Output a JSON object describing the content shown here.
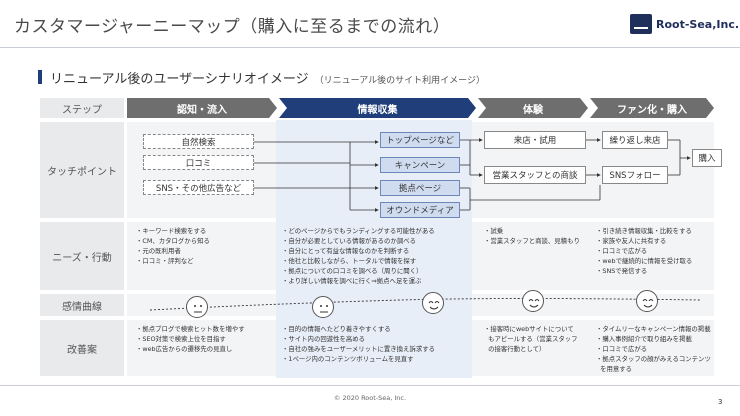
{
  "header": {
    "title": "カスタマージャーニーマップ（購入に至るまでの流れ）",
    "logo_text": "Root-Sea,Inc."
  },
  "subtitle": {
    "main": "リニューアル後のユーザーシナリオイメージ",
    "note": "（リニューアル後のサイト利用イメージ）"
  },
  "rows": {
    "step": "ステップ",
    "touchpoint": "タッチポイント",
    "needs": "ニーズ・行動",
    "emotion": "感情曲線",
    "improvement": "改善案"
  },
  "phases": [
    "認知・流入",
    "情報収集",
    "体験",
    "ファン化・購入"
  ],
  "touchpoints": {
    "awareness": [
      "自然検索",
      "口コミ",
      "SNS・その他広告など"
    ],
    "info": [
      "トップページなど",
      "キャンペーン",
      "拠点ページ",
      "オウンドメディア"
    ],
    "experience": [
      "来店・試用",
      "営業スタッフとの商談"
    ],
    "fan": [
      "繰り返し来店",
      "SNSフォロー"
    ],
    "purchase": "購入"
  },
  "needs": {
    "awareness": [
      "キーワード検索をする",
      "CM、カタログから知る",
      "元の既利用者",
      "口コミ・評判など"
    ],
    "info": [
      "どのページからでもランディングする可能性がある",
      "自分が必要としている情報があるのか調べる",
      "自分にとって有益な情報なのかを判断する",
      "他社と比較しながら、トータルで情報を探す",
      "拠点についての口コミを調べる（周りに聞く）",
      "より詳しい情報を調べに行く⇒拠点へ足を運ぶ"
    ],
    "experience": [
      "試乗",
      "営業スタッフと商談、見積もり"
    ],
    "fan": [
      "引き続き情報収集・比較をする",
      "家族や友人に共有する",
      "口コミで広がる",
      "webで継続的に情報を受け取る",
      "SNSで発信する"
    ]
  },
  "improvements": {
    "awareness": [
      "拠点ブログで検索ヒット数を増やす",
      "SEO対策で検索上位を目指す",
      "web広告からの遷移先の見直し"
    ],
    "info": [
      "目的の情報へたどり着きやすくする",
      "サイト内の回遊性を高める",
      "自社の強みをユーザーメリットに置き換え訴求する",
      "1ページ内のコンテンツボリュームを見直す"
    ],
    "experience": [
      "接客時にwebサイトについて",
      "もアピールする（営業スタッフ",
      "の接客行動として）"
    ],
    "fan": [
      "タイムリーなキャンペーン情報の掲載",
      "購入事例紹介で取り組みを掲載",
      "口コミで広がる",
      "拠点スタッフの顔がみえるコンテンツ",
      "を用意する"
    ]
  },
  "footer": {
    "copyright": "© 2020 Root-Sea, Inc.",
    "page": "3"
  },
  "colors": {
    "phase_gray": "#6e6e6e",
    "phase_blue": "#1f3e7a",
    "accent_bar": "#1f3e7a"
  }
}
